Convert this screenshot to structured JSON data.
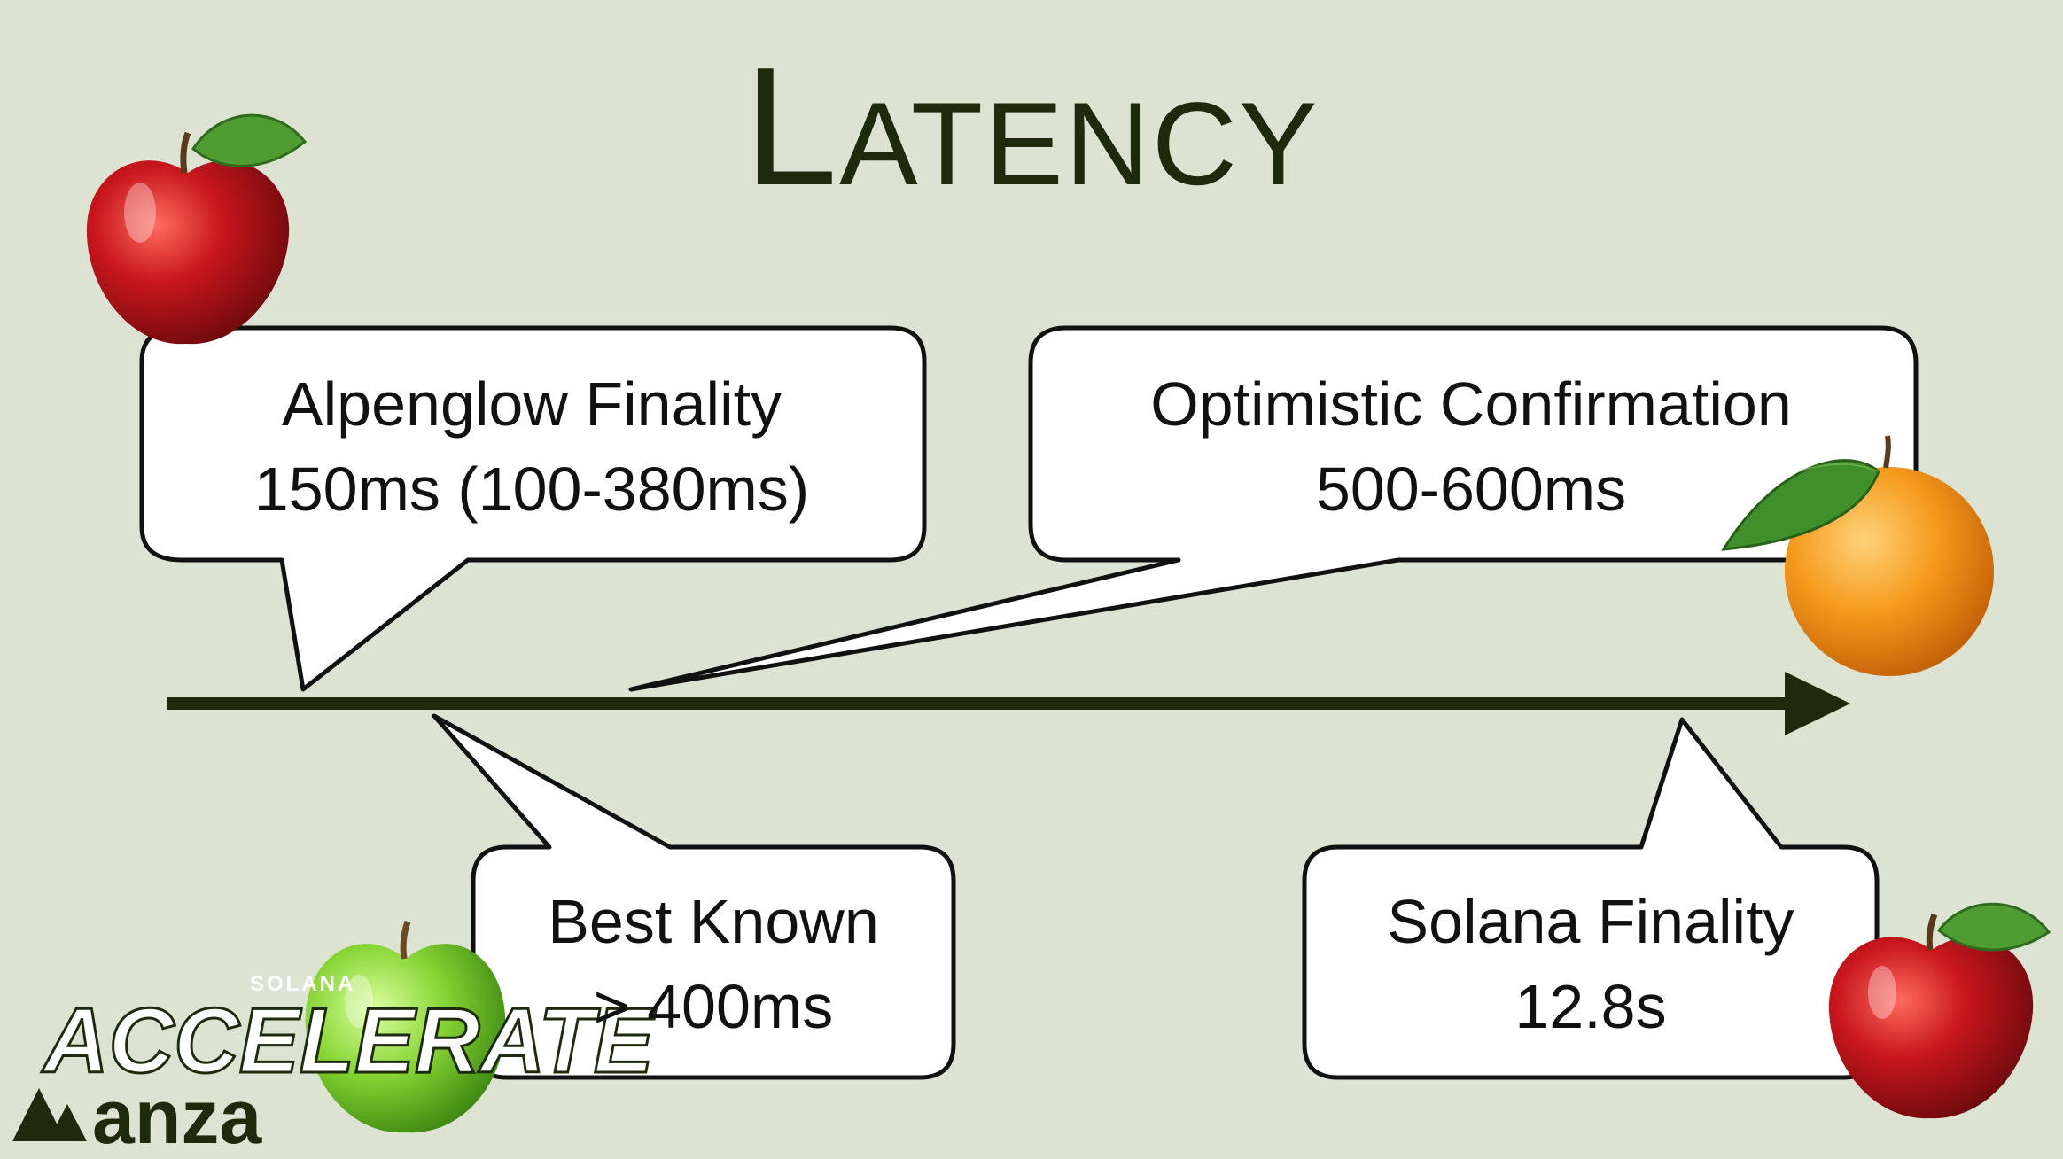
{
  "slide": {
    "title": "Latency",
    "callouts": [
      {
        "id": "alpenglow",
        "title": "Alpenglow Finality",
        "value": "150ms (100-380ms)"
      },
      {
        "id": "optimistic",
        "title": "Optimistic Confirmation",
        "value": "500-600ms"
      },
      {
        "id": "best-known",
        "title": "Best Known",
        "value": "> 400ms"
      },
      {
        "id": "solana",
        "title": "Solana Finality",
        "value": "12.8s"
      }
    ],
    "branding": {
      "solana": "SOLANA",
      "event": "ACCELERATE",
      "company": "anza"
    }
  },
  "colors": {
    "background": "#dde3d2",
    "axis": "#1d2b0c",
    "bubble_fill": "#ffffff",
    "bubble_stroke": "#111111",
    "apple_red": "#c0141c",
    "apple_green": "#7ccf2e",
    "orange": "#f39a1e",
    "leaf": "#3f8f2a"
  },
  "icons": [
    "red-apple-icon",
    "green-apple-icon",
    "orange-icon",
    "arrow-right-icon"
  ]
}
